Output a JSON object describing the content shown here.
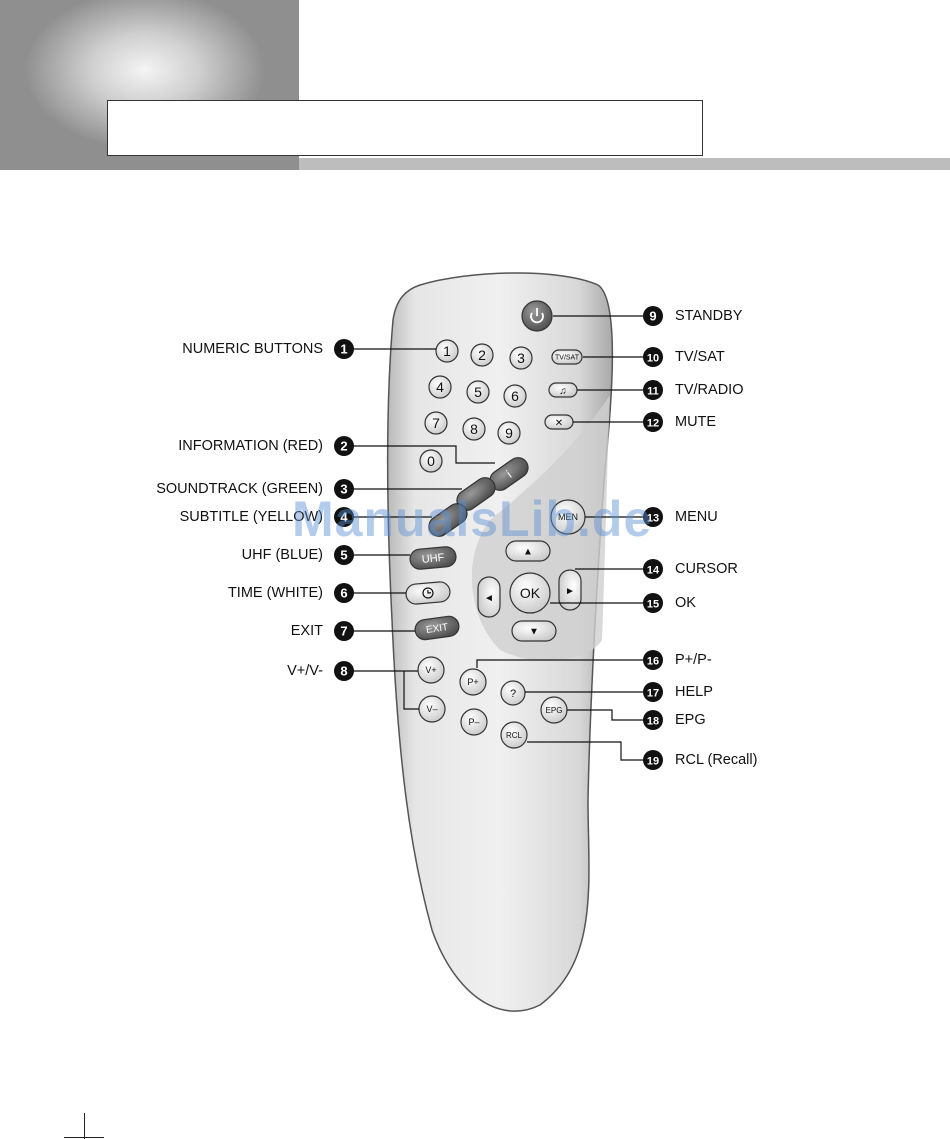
{
  "header": {
    "title": ""
  },
  "watermark": "ManualsLib.de",
  "callouts": [
    {
      "num": "1",
      "label": "NUMERIC BUTTONS"
    },
    {
      "num": "2",
      "label": "INFORMATION (RED)"
    },
    {
      "num": "3",
      "label": "SOUNDTRACK (GREEN)"
    },
    {
      "num": "4",
      "label": "SUBTITLE (YELLOW)"
    },
    {
      "num": "5",
      "label": "UHF (BLUE)"
    },
    {
      "num": "6",
      "label": "TIME (WHITE)"
    },
    {
      "num": "7",
      "label": "EXIT"
    },
    {
      "num": "8",
      "label": "V+/V-"
    },
    {
      "num": "9",
      "label": "STANDBY"
    },
    {
      "num": "10",
      "label": "TV/SAT"
    },
    {
      "num": "11",
      "label": "TV/RADIO"
    },
    {
      "num": "12",
      "label": "MUTE"
    },
    {
      "num": "13",
      "label": "MENU"
    },
    {
      "num": "14",
      "label": "CURSOR"
    },
    {
      "num": "15",
      "label": "OK"
    },
    {
      "num": "16",
      "label": "P+/P-"
    },
    {
      "num": "17",
      "label": "HELP"
    },
    {
      "num": "18",
      "label": "EPG"
    },
    {
      "num": "19",
      "label": "RCL (Recall)"
    }
  ],
  "remote": {
    "digits": [
      "1",
      "2",
      "3",
      "4",
      "5",
      "6",
      "7",
      "8",
      "9",
      "0"
    ],
    "tvsat": "TV/SAT",
    "info": "i",
    "menu": "MEN",
    "uhf": "UHF",
    "exit": "EXIT",
    "ok": "OK",
    "up": "▲",
    "down": "▼",
    "left": "◄",
    "right": "►",
    "vplus": "V+",
    "vminus": "V–",
    "pplus": "P+",
    "pminus": "P–",
    "help": "?",
    "epg": "EPG",
    "rcl": "RCL"
  }
}
